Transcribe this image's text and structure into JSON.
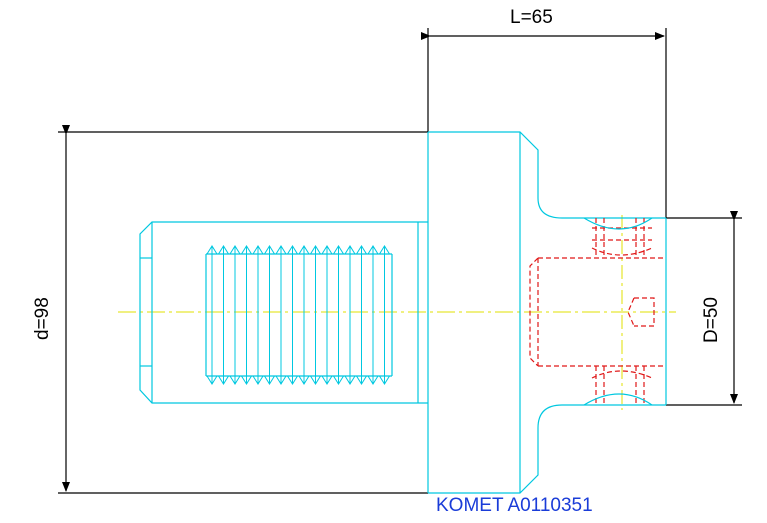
{
  "drawing": {
    "dimension_length": "L=65",
    "dimension_outer_diameter": "d=98",
    "dimension_shank_diameter": "D=50",
    "caption": "KOMET A0110351",
    "colors": {
      "dimension": "#000000",
      "body": "#00c8e0",
      "hidden": "#e01818",
      "centerline": "#e0e000",
      "caption": "#1a3cd8"
    }
  }
}
